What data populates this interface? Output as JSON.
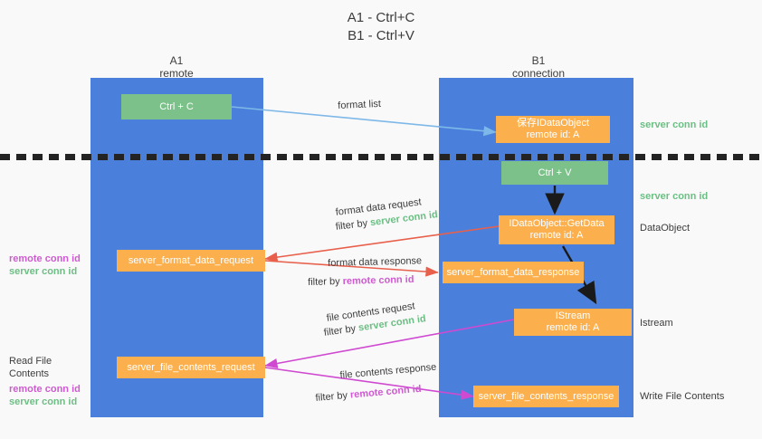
{
  "title": {
    "line1": "A1 - Ctrl+C",
    "line2": "B1 - Ctrl+V"
  },
  "columns": [
    {
      "name": "A1",
      "role": "remote"
    },
    {
      "name": "B1",
      "role": "connection"
    }
  ],
  "nodes": {
    "ctrl_c": {
      "line1": "Ctrl + C",
      "line2": ""
    },
    "save_idataobject": {
      "line1": "保存IDataObject",
      "line2": "remote id: A"
    },
    "ctrl_v": {
      "line1": "Ctrl + V",
      "line2": ""
    },
    "getdata": {
      "line1": "IDataObject::GetData",
      "line2": "remote id: A"
    },
    "istream": {
      "line1": "IStream",
      "line2": "remote id: A"
    },
    "fmt_req": {
      "line1": "server_format_data_request",
      "line2": ""
    },
    "fmt_resp": {
      "line1": "server_format_data_response",
      "line2": ""
    },
    "file_req": {
      "line1": "server_file_contents_request",
      "line2": ""
    },
    "file_resp": {
      "line1": "server_file_contents_response",
      "line2": ""
    }
  },
  "right_notes": {
    "server_conn_id_1": "server conn id",
    "server_conn_id_2": "server conn id",
    "dataobject": "DataObject",
    "istream": "Istream",
    "write_file_contents": "Write File Contents"
  },
  "left_notes": {
    "remote_conn_id_1": "remote conn id",
    "server_conn_id_1": "server conn id",
    "read_file_contents": "Read File Contents",
    "remote_conn_id_2": "remote conn id",
    "server_conn_id_2": "server conn id"
  },
  "edges": {
    "format_list": "format list",
    "fmt_req_l1": "format data request",
    "fmt_req_filter_pre": "filter by ",
    "fmt_req_filter_key": "server conn id",
    "fmt_resp_l1": "format data response",
    "fmt_resp_filter_pre": "filter by ",
    "fmt_resp_filter_key": "remote conn id",
    "file_req_l1": "file contents request",
    "file_req_filter_pre": "filter by ",
    "file_req_filter_key": "server conn id",
    "file_resp_l1": "file contents response",
    "file_resp_filter_pre": "filter by ",
    "file_resp_filter_key": "remote conn id"
  },
  "colors": {
    "panel": "#4a80dc",
    "green_node": "#7bc189",
    "orange_node": "#fbb04d",
    "green_text": "#6cbf84",
    "magenta_text": "#cf5ad1",
    "red_arrow": "#e8604c",
    "magenta_arrow": "#cf4ad1",
    "blue_arrow": "#7eb8e8",
    "black_arrow": "#1a1a1a",
    "background": "#f9f9f9"
  }
}
